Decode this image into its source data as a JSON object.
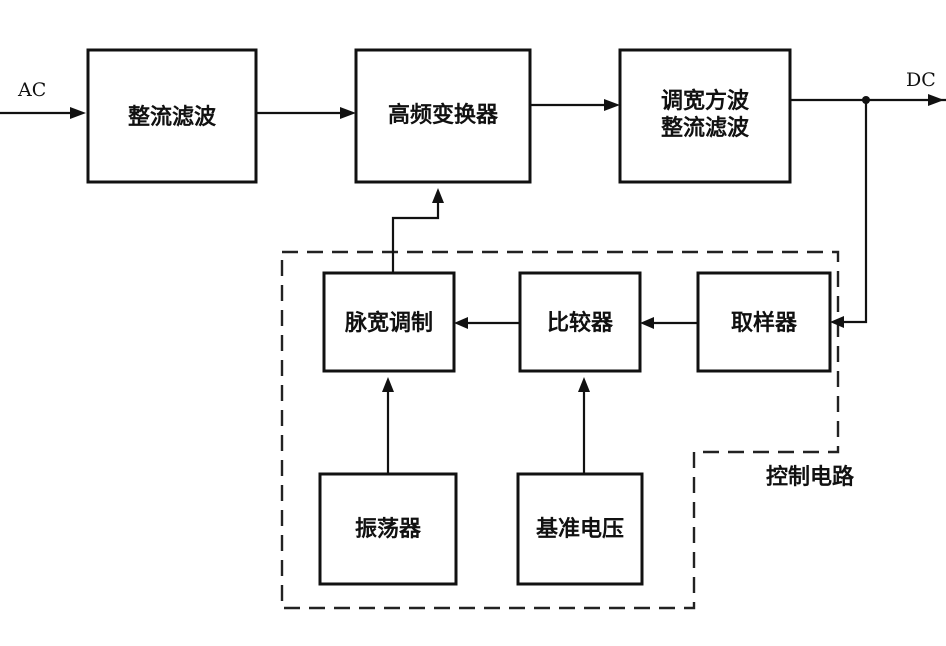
{
  "input_label": "AC",
  "output_label": "DC",
  "blocks": {
    "rectifier_filter": "整流滤波",
    "hf_converter": "高频变换器",
    "out_line1": "调宽方波",
    "out_line2": "整流滤波",
    "pwm": "脉宽调制",
    "comparator": "比较器",
    "sampler": "取样器",
    "oscillator": "振荡器",
    "reference": "基准电压"
  },
  "control_region_label": "控制电路"
}
